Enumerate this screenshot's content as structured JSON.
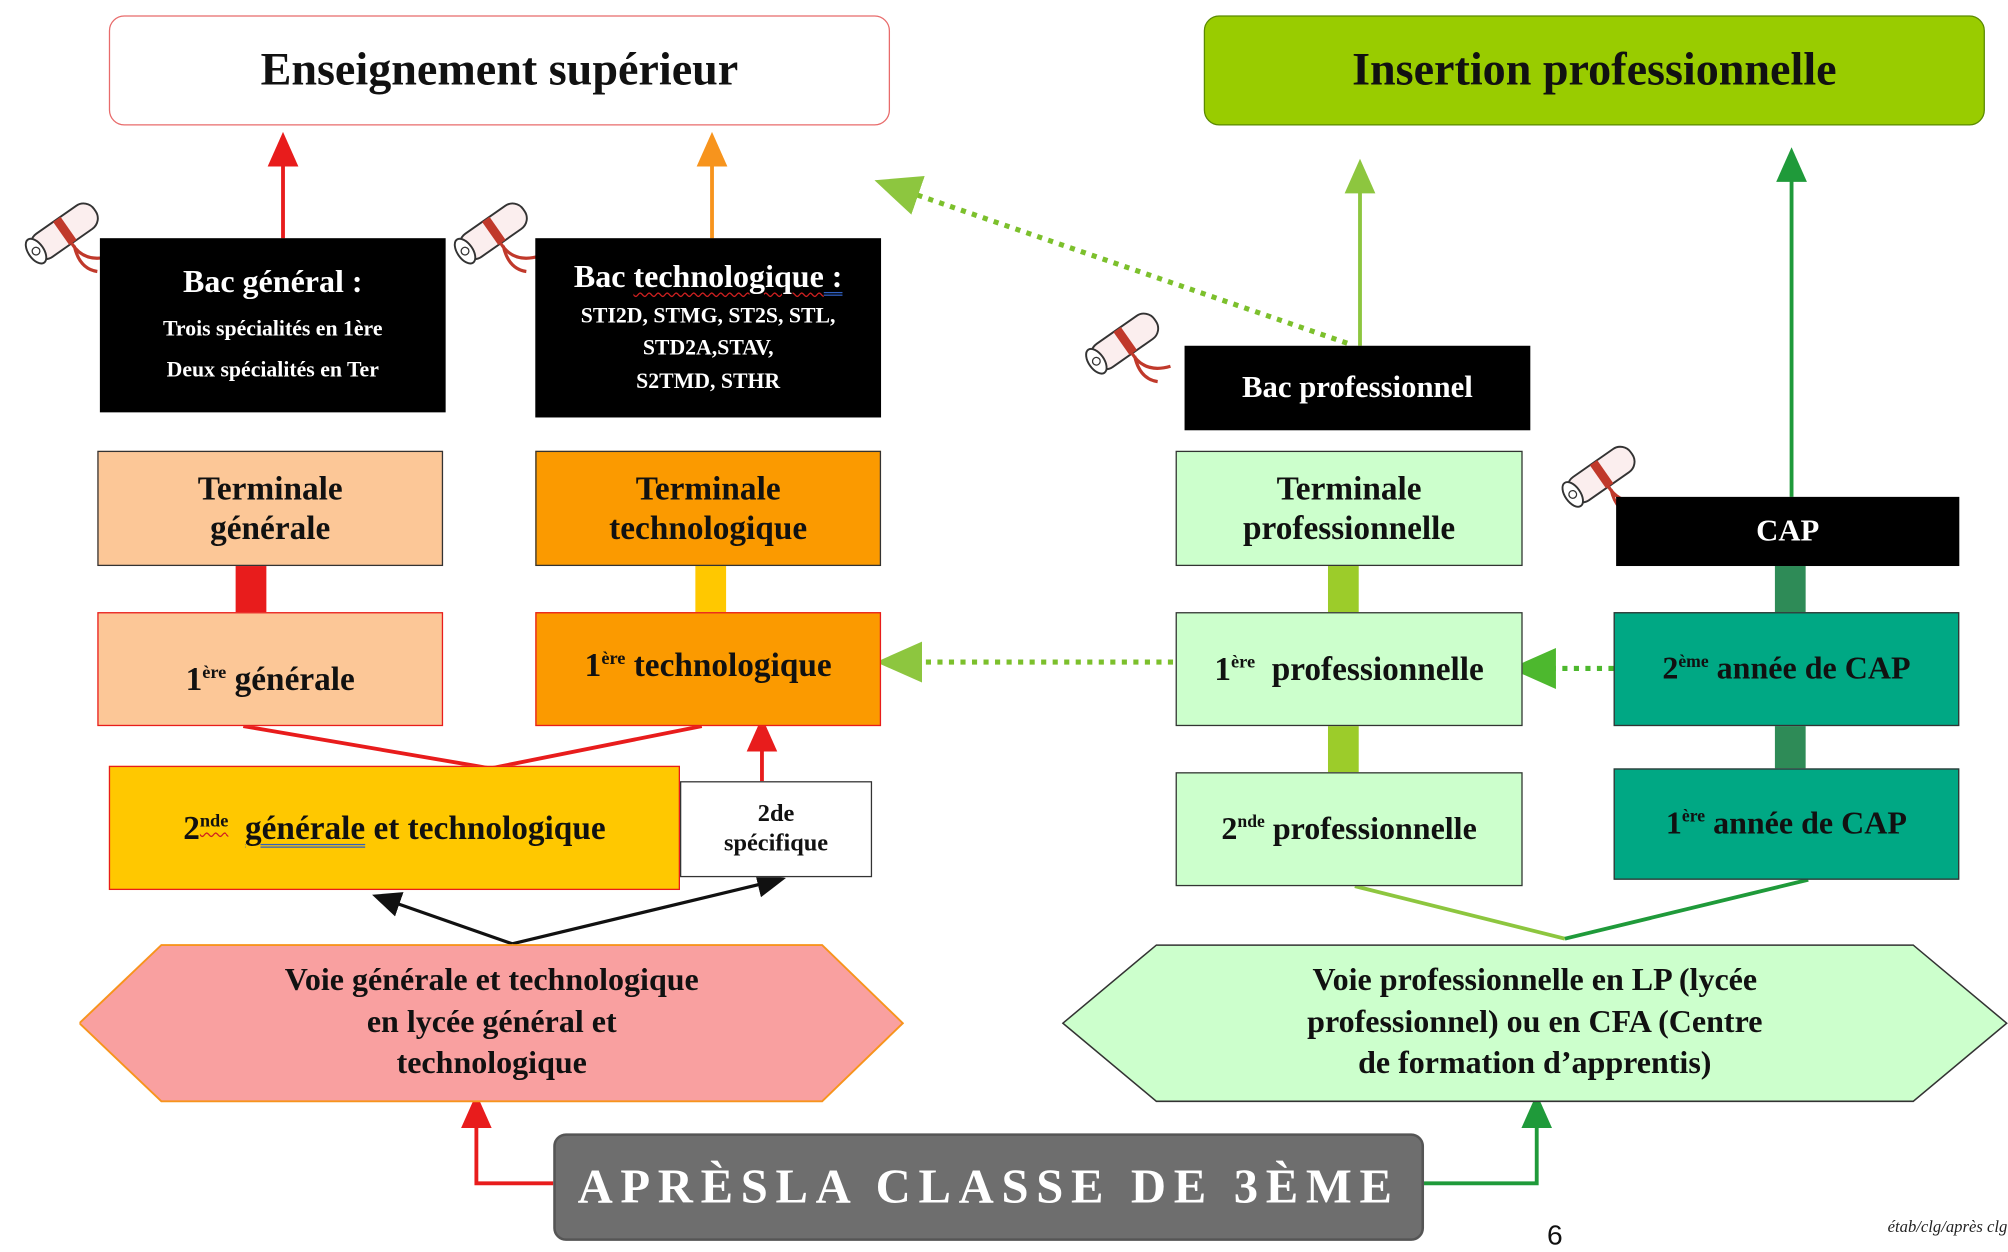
{
  "header": {
    "higher_ed": "Enseignement supérieur",
    "employment": "Insertion professionnelle"
  },
  "bac_general": {
    "title": "Bac général :",
    "line1": "Trois spécialités en 1ère",
    "line2": "Deux spécialités en Ter"
  },
  "bac_techno": {
    "title_a": "Bac ",
    "title_b": "technologique",
    "title_c": " :",
    "line1": "STI2D, STMG, ST2S, STL,",
    "line2": "STD2A,STAV,",
    "line3": "S2TMD, STHR"
  },
  "bac_pro": "Bac professionnel",
  "cap": "CAP",
  "term_gen": {
    "line1": "Terminale",
    "line2": "générale"
  },
  "term_tech": {
    "line1": "Terminale",
    "line2": "technologique"
  },
  "term_pro": {
    "line1": "Terminale",
    "line2": "professionnelle"
  },
  "first_gen": {
    "num": "1",
    "sup": "ère",
    "text": " générale"
  },
  "first_tech": {
    "num": "1",
    "sup": "ère",
    "text": " technologique"
  },
  "first_pro": {
    "num": "1",
    "sup": "ère",
    "text": "  professionnelle"
  },
  "cap2": {
    "num": "2",
    "sup": "ème",
    "text": " année de CAP"
  },
  "seconde_gt": {
    "num": "2",
    "sup": "nde",
    "a": "  ",
    "b": "générale",
    "c": " et technologique"
  },
  "seconde_spec": {
    "line1": "2de",
    "line2": "spécifique"
  },
  "seconde_pro": {
    "num": "2",
    "sup": "nde",
    "text": " professionnelle"
  },
  "cap1": {
    "num": "1",
    "sup": "ère",
    "text": " année de CAP"
  },
  "voie_gt": {
    "line1": "Voie générale et technologique",
    "line2": "en lycée général et",
    "line3": "technologique"
  },
  "voie_pro": {
    "line1": "Voie professionnelle en LP (lycée",
    "line2": "professionnel) ou en CFA (Centre",
    "line3": "de formation d’apprentis)"
  },
  "apres": "APRÈSLA CLASSE DE 3ÈME",
  "footer": {
    "page": "6",
    "ref": "étab/clg/après clg"
  },
  "colors": {
    "red": "#e81c1c",
    "orange": "#f7941d",
    "light_green": "#8dc63f",
    "dark_green": "#1f9a3a",
    "teal": "#00a884",
    "peach": "#fcc797",
    "orange_fill": "#fb9a00",
    "yellow": "#ffc800",
    "mint": "#ccffcc",
    "salmon": "#f9a0a0"
  }
}
